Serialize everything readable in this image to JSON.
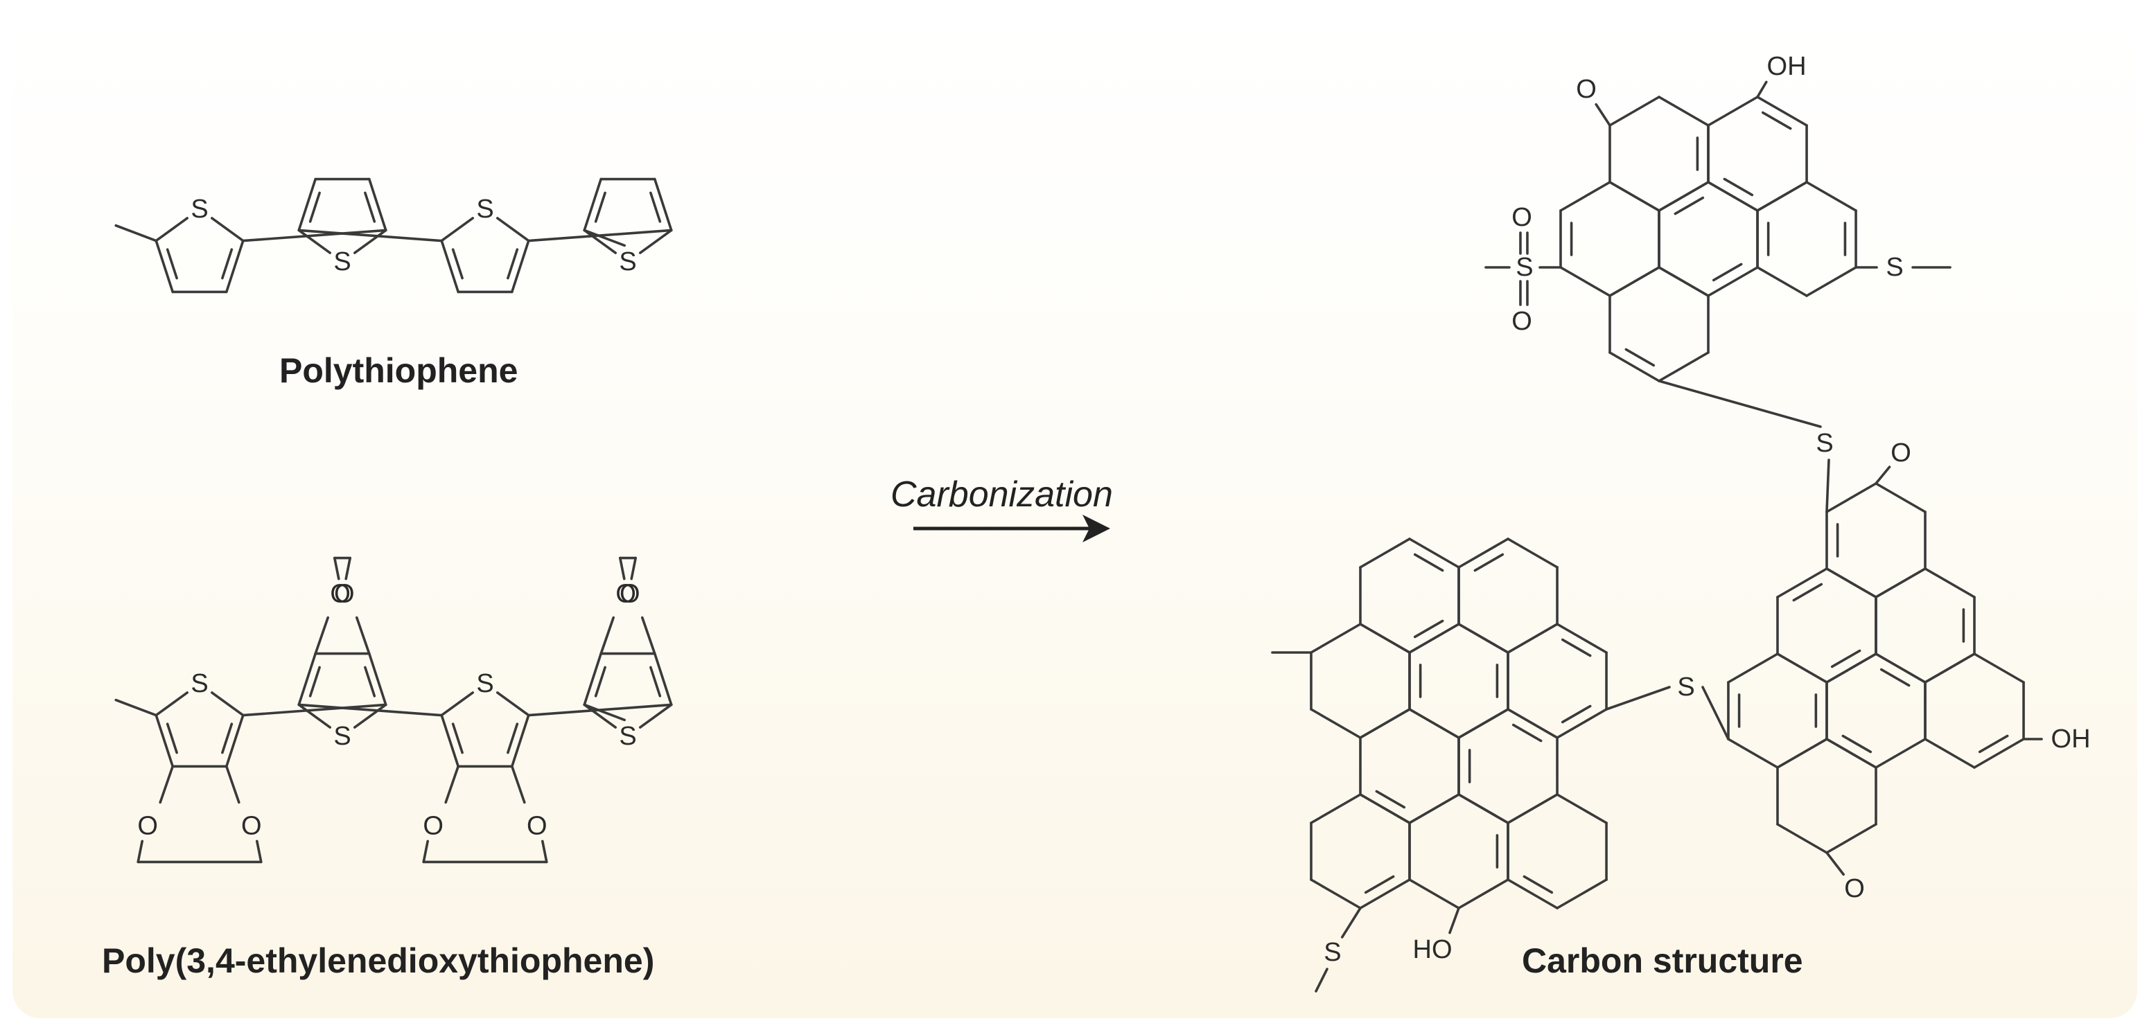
{
  "labels": {
    "polythiophene": "Polythiophene",
    "pedot": "Poly(3,4-ethylenedioxythiophene)",
    "carbon": "Carbon structure",
    "arrow": "Carbonization"
  },
  "atoms": {
    "S": "S",
    "O": "O",
    "OH": "OH",
    "HO": "HO"
  },
  "colors": {
    "bond": "#3a3a3a",
    "text": "#222222",
    "background_top": "#ffffff",
    "background_bottom": "#fcf6e7"
  }
}
